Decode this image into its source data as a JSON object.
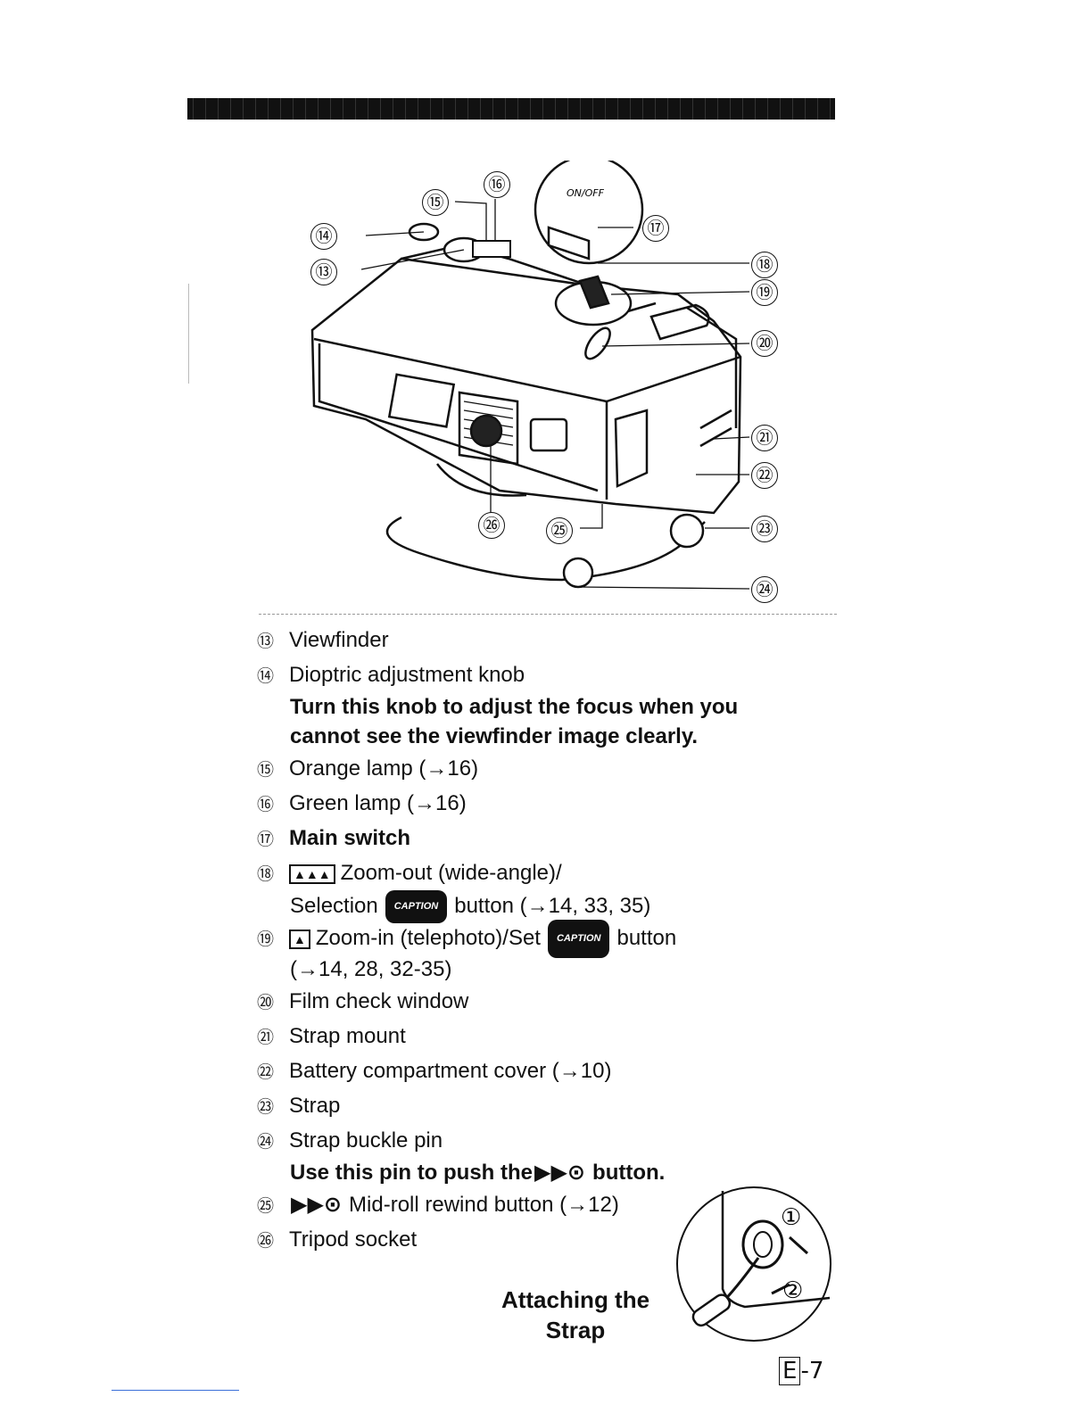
{
  "figure": {
    "callouts": [
      "⑬",
      "⑭",
      "⑮",
      "⑯",
      "⑰",
      "⑱",
      "⑲",
      "⑳",
      "㉑",
      "㉒",
      "㉓",
      "㉔",
      "㉕",
      "㉖"
    ],
    "switch_label": "ON/OFF"
  },
  "legend": {
    "i13": {
      "num": "⑬",
      "text": "Viewfinder"
    },
    "i14": {
      "num": "⑭",
      "text": "Dioptric adjustment knob",
      "note1": "Turn this knob to adjust the focus when you",
      "note2": "cannot see the viewfinder image clearly."
    },
    "i15": {
      "num": "⑮",
      "text": "Orange lamp (→16)"
    },
    "i16": {
      "num": "⑯",
      "text": "Green lamp (→16)"
    },
    "i17": {
      "num": "⑰",
      "text": "Main switch"
    },
    "i18": {
      "num": "⑱",
      "icon": "▲▲▲",
      "text": "Zoom-out (wide-angle)/",
      "cont_a": "Selection",
      "badge": "CAPTION",
      "cont_b": "button (→14, 33, 35)"
    },
    "i19": {
      "num": "⑲",
      "icon": "▲",
      "text_a": "Zoom-in (telephoto)/Set",
      "badge": "CAPTION",
      "text_b": "button",
      "cont": "(→14, 28, 32-35)"
    },
    "i20": {
      "num": "⑳",
      "text": "Film check window"
    },
    "i21": {
      "num": "㉑",
      "text": "Strap mount"
    },
    "i22": {
      "num": "㉒",
      "text": "Battery compartment cover (→10)"
    },
    "i23": {
      "num": "㉓",
      "text": "Strap"
    },
    "i24": {
      "num": "㉔",
      "text": "Strap buckle pin",
      "note_a": "Use this pin to push the",
      "note_icon": "▶▶⊙",
      "note_b": "button."
    },
    "i25": {
      "num": "㉕",
      "icon": "▶▶⊙",
      "text": "Mid-roll rewind button (→12)"
    },
    "i26": {
      "num": "㉖",
      "text": "Tripod socket"
    }
  },
  "inset": {
    "steps": [
      "①",
      "②"
    ],
    "caption_line1": "Attaching the",
    "caption_line2": "Strap"
  },
  "footer": {
    "lang": "E",
    "page": "-7"
  }
}
